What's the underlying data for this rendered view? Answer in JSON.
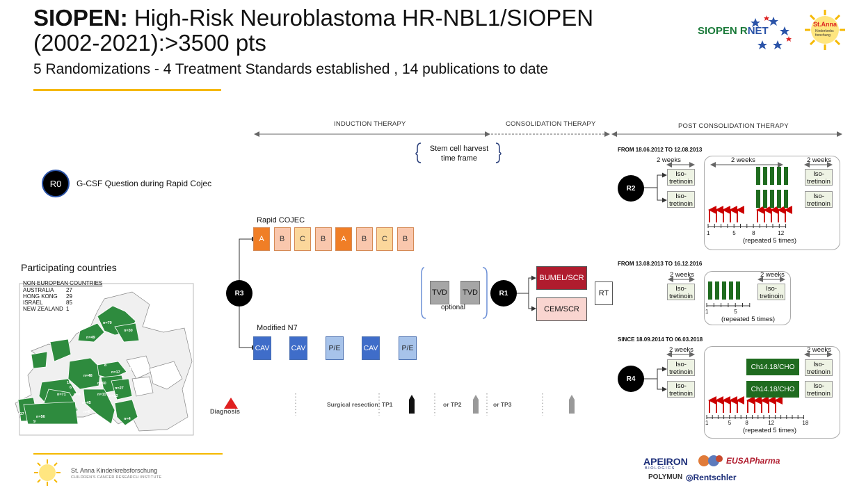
{
  "header": {
    "title_bold": "SIOPEN:",
    "title_line1": "High-Risk  Neuroblastoma HR-NBL1/SIOPEN",
    "title_line2": "(2002-2021):>3500 pts",
    "subtitle": "5 Randomizations - 4 Treatment Standards established , 14 publications to date"
  },
  "logos": {
    "siopen_left": "SIOPEN R",
    "siopen_right": "NET",
    "stanna_badge": "St.Anna",
    "stanna_badge_sub": "Kinderkrebs\nforschung",
    "footer_stanna_name": "St. Anna Kinderkrebsforschung",
    "footer_stanna_sub": "CHILDREN'S CANCER RESEARCH INSTITUTE",
    "apeiron": "APEIRON",
    "apeiron_sub": "BIOLOGICS",
    "eusa": "EUSAPharma",
    "polymun": "POLYMUN",
    "rentschler": "Rentschler"
  },
  "phases": {
    "induction": "INDUCTION THERAPY",
    "consolidation": "CONSOLIDATION THERAPY",
    "post": "POST CONSOLIDATION THERAPY",
    "stem_cell": "Stem cell harvest\ntime frame"
  },
  "r0": {
    "label": "R0",
    "text": "G-CSF Question during Rapid Cojec"
  },
  "countries": {
    "title": "Participating countries",
    "header": "NON EUROPEAN COUNTRIES",
    "rows": [
      {
        "name": "AUSTRALIA",
        "n": "27"
      },
      {
        "name": "HONG KONG",
        "n": "29"
      },
      {
        "name": "ISRAEL",
        "n": "85"
      },
      {
        "name": "NEW ZEALAND",
        "n": "1"
      }
    ],
    "map_labels": [
      "n=70",
      "n=30",
      "n=49",
      "n=48",
      "n=17",
      "n=60",
      "n=27",
      "n=11",
      "n=22",
      "n=71",
      "n=45",
      "n=17",
      "n=56",
      "n=8",
      "16",
      "6",
      "9",
      "8",
      "1",
      "n=8",
      "n=4"
    ]
  },
  "induction": {
    "r3": "R3",
    "rapid_title": "Rapid COJEC",
    "rapid_blocks": [
      "A",
      "B",
      "C",
      "B",
      "A",
      "B",
      "C",
      "B"
    ],
    "n7_title": "Modified N7",
    "n7_blocks": [
      "CAV",
      "CAV",
      "P/E",
      "CAV",
      "P/E"
    ],
    "tvd": [
      "TVD",
      "TVD"
    ],
    "optional": "optional",
    "r1": "R1",
    "bumel": "BUMEL/SCR",
    "cem": "CEM/SCR",
    "rt": "RT",
    "diagnosis": "Diagnosis",
    "surgical": "Surgical resection: TP1",
    "tp2": "or TP2",
    "tp3": "or TP3"
  },
  "post": {
    "period1": "FROM 18.06.2012 TO 12.08.2013",
    "period2": "FROM 13.08.2013 TO 16.12.2016",
    "period3": "SINCE 18.09.2014 TO 06.03.2018",
    "r2": "R2",
    "r4": "R4",
    "two_weeks": "2 weeks",
    "iso": "Iso-\ntretinoin",
    "ch14": "Ch14.18/CHO",
    "repeated": "(repeated 5 times)",
    "ticks1": [
      "1",
      "5",
      "8",
      "12"
    ],
    "ticks2": [
      "1",
      "5"
    ],
    "ticks3": [
      "1",
      "5",
      "8",
      "12",
      "18"
    ]
  }
}
